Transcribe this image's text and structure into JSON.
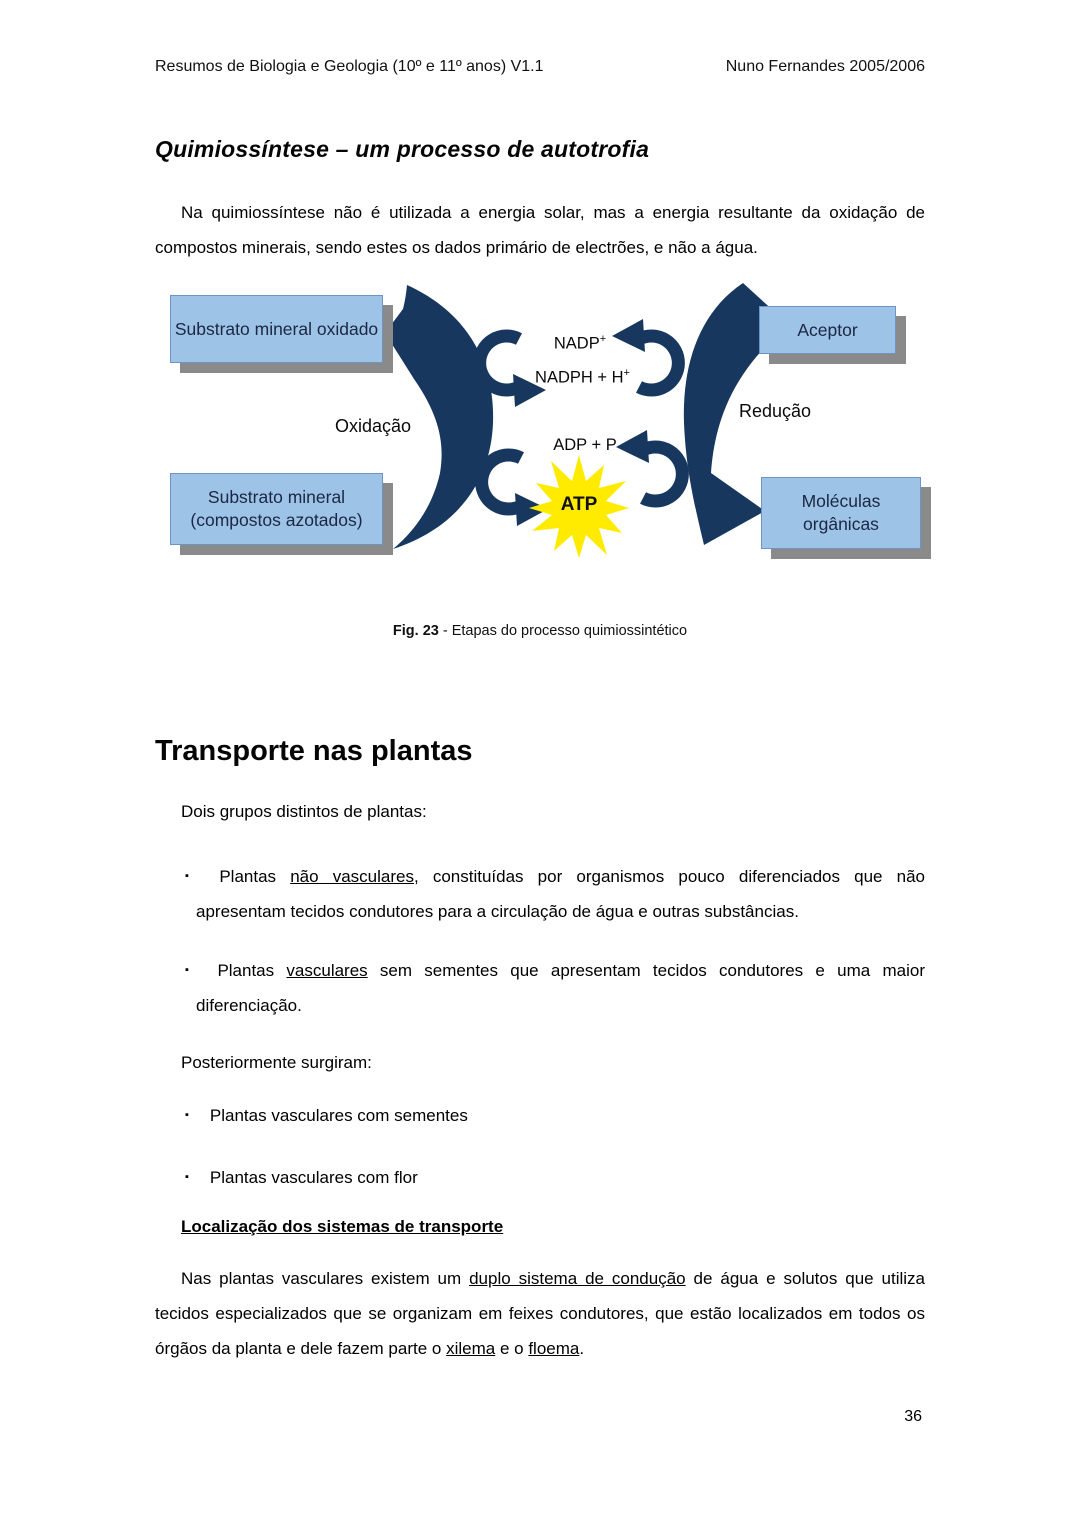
{
  "header": {
    "left": "Resumos de Biologia e Geologia (10º e 11º anos) V1.1",
    "right": "Nuno Fernandes 2005/2006"
  },
  "chem": {
    "title": "Quimiossíntese – um processo de autotrofia",
    "paragraph": "Na quimiossíntese não é utilizada a energia solar, mas a energia resultante da oxidação de compostos minerais, sendo estes os dados primário de electrões, e não a água.",
    "diagram": {
      "box_substrato_oxidado": "Substrato mineral oxidado",
      "box_substrato_azotado": "Substrato mineral (compostos azotados)",
      "box_aceptor": "Aceptor",
      "box_moleculas": "Moléculas orgânicas",
      "label_oxidacao": "Oxidação",
      "label_reducao": "Redução",
      "nadp_base": "NADP",
      "nadp_sup": "+",
      "nadph_base": "NADPH + H",
      "nadph_sup": "+",
      "adp": "ADP + P",
      "atp": "ATP",
      "colors": {
        "arrow": "#17375E",
        "box_fill": "#9DC3E6",
        "box_shadow": "#8A8A8A",
        "star": "#FFEB00"
      }
    },
    "caption": {
      "label": "Fig. 23",
      "text": " - Etapas do processo quimiossintético"
    }
  },
  "transport": {
    "title": "Transporte nas plantas",
    "lead": "Dois grupos distintos de plantas:",
    "bullet_char": "▪",
    "b1": {
      "pre": "Plantas ",
      "u": "não vasculares",
      "post": ", constituídas por organismos pouco diferenciados que não apresentam tecidos condutores para a circulação de água e outras substâncias."
    },
    "b2": {
      "pre": "Plantas ",
      "u": "vasculares",
      "post": " sem sementes que apresentam tecidos condutores e uma maior diferenciação."
    },
    "later": "Posteriormente surgiram:",
    "b3": "Plantas vasculares com sementes",
    "b4": "Plantas vasculares com flor",
    "subheading": "Localização dos sistemas de transporte",
    "p2": {
      "s1": "Nas plantas vasculares existem um ",
      "u1": "duplo sistema de condução",
      "s2": " de água e solutos que utiliza tecidos especializados que se organizam em feixes condutores, que estão localizados em todos os órgãos da planta e dele fazem parte o ",
      "u2": "xilema",
      "s3": " e o ",
      "u3": "floema",
      "s4": "."
    }
  },
  "footer": {
    "page_number": "36"
  }
}
